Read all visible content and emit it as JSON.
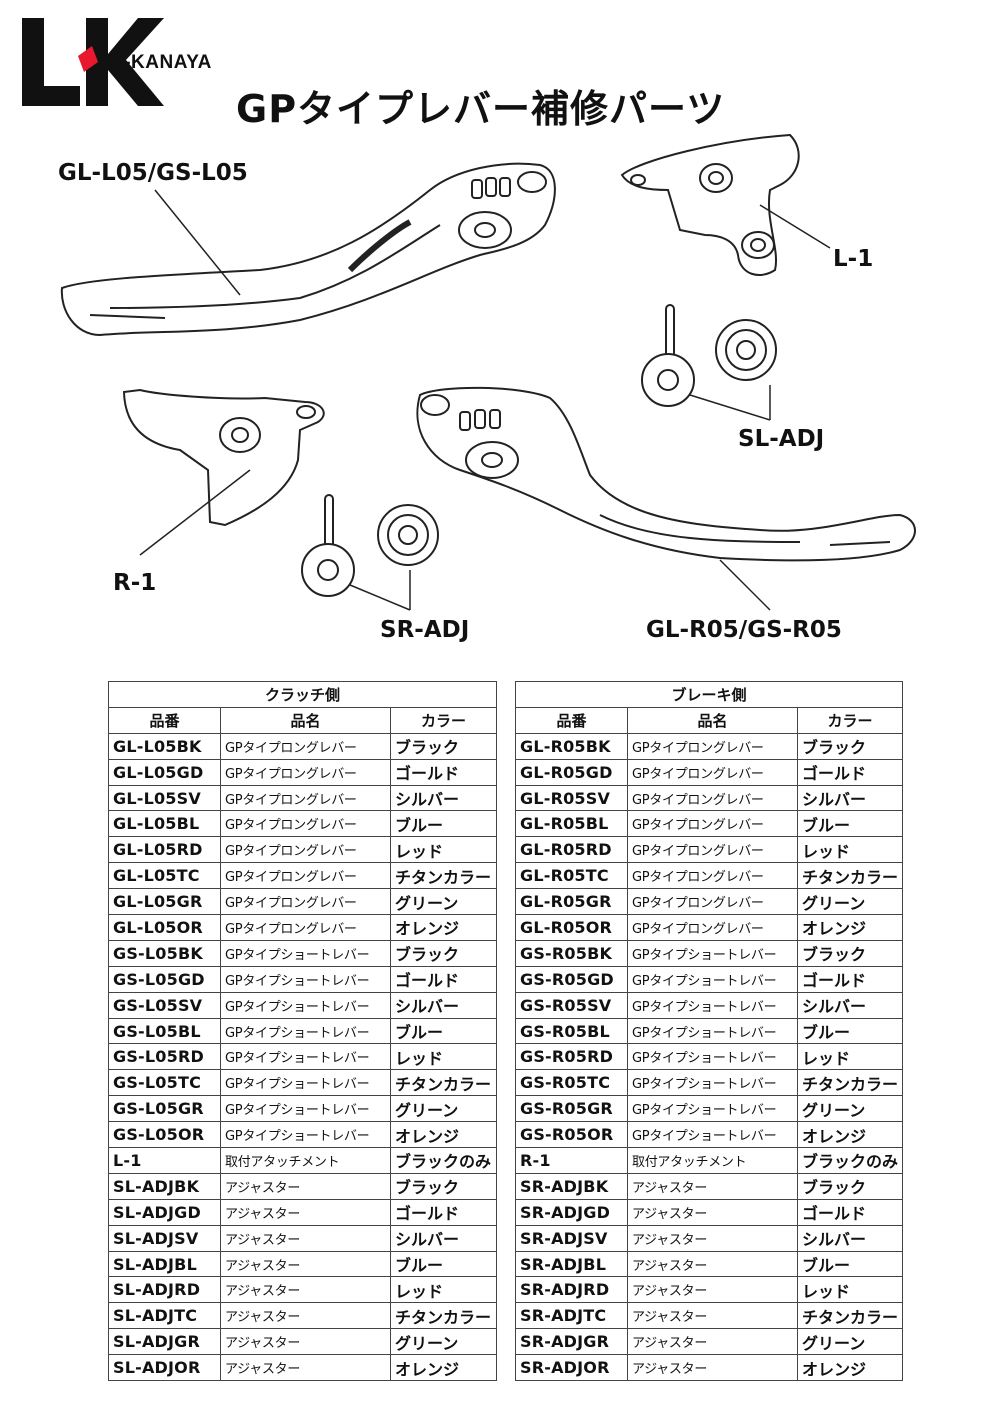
{
  "brand": {
    "name": "U-KANAYA",
    "red": "#e8192c"
  },
  "title": "GPタイプレバー補修パーツ",
  "labels": {
    "gl_l05": "GL-L05/GS-L05",
    "l1": "L-1",
    "sl_adj": "SL-ADJ",
    "r1": "R-1",
    "sr_adj": "SR-ADJ",
    "gl_r05": "GL-R05/GS-R05"
  },
  "tables": {
    "left": {
      "title": "クラッチ側",
      "headers": [
        "品番",
        "品名",
        "カラー"
      ],
      "rows": [
        [
          "GL-L05BK",
          "GPタイプロングレバー",
          "ブラック"
        ],
        [
          "GL-L05GD",
          "GPタイプロングレバー",
          "ゴールド"
        ],
        [
          "GL-L05SV",
          "GPタイプロングレバー",
          "シルバー"
        ],
        [
          "GL-L05BL",
          "GPタイプロングレバー",
          "ブルー"
        ],
        [
          "GL-L05RD",
          "GPタイプロングレバー",
          "レッド"
        ],
        [
          "GL-L05TC",
          "GPタイプロングレバー",
          "チタンカラー"
        ],
        [
          "GL-L05GR",
          "GPタイプロングレバー",
          "グリーン"
        ],
        [
          "GL-L05OR",
          "GPタイプロングレバー",
          "オレンジ"
        ],
        [
          "GS-L05BK",
          "GPタイプショートレバー",
          "ブラック"
        ],
        [
          "GS-L05GD",
          "GPタイプショートレバー",
          "ゴールド"
        ],
        [
          "GS-L05SV",
          "GPタイプショートレバー",
          "シルバー"
        ],
        [
          "GS-L05BL",
          "GPタイプショートレバー",
          "ブルー"
        ],
        [
          "GS-L05RD",
          "GPタイプショートレバー",
          "レッド"
        ],
        [
          "GS-L05TC",
          "GPタイプショートレバー",
          "チタンカラー"
        ],
        [
          "GS-L05GR",
          "GPタイプショートレバー",
          "グリーン"
        ],
        [
          "GS-L05OR",
          "GPタイプショートレバー",
          "オレンジ"
        ],
        [
          "L-1",
          "取付アタッチメント",
          "ブラックのみ"
        ],
        [
          "SL-ADJBK",
          "アジャスター",
          "ブラック"
        ],
        [
          "SL-ADJGD",
          "アジャスター",
          "ゴールド"
        ],
        [
          "SL-ADJSV",
          "アジャスター",
          "シルバー"
        ],
        [
          "SL-ADJBL",
          "アジャスター",
          "ブルー"
        ],
        [
          "SL-ADJRD",
          "アジャスター",
          "レッド"
        ],
        [
          "SL-ADJTC",
          "アジャスター",
          "チタンカラー"
        ],
        [
          "SL-ADJGR",
          "アジャスター",
          "グリーン"
        ],
        [
          "SL-ADJOR",
          "アジャスター",
          "オレンジ"
        ]
      ]
    },
    "right": {
      "title": "ブレーキ側",
      "headers": [
        "品番",
        "品名",
        "カラー"
      ],
      "rows": [
        [
          "GL-R05BK",
          "GPタイプロングレバー",
          "ブラック"
        ],
        [
          "GL-R05GD",
          "GPタイプロングレバー",
          "ゴールド"
        ],
        [
          "GL-R05SV",
          "GPタイプロングレバー",
          "シルバー"
        ],
        [
          "GL-R05BL",
          "GPタイプロングレバー",
          "ブルー"
        ],
        [
          "GL-R05RD",
          "GPタイプロングレバー",
          "レッド"
        ],
        [
          "GL-R05TC",
          "GPタイプロングレバー",
          "チタンカラー"
        ],
        [
          "GL-R05GR",
          "GPタイプロングレバー",
          "グリーン"
        ],
        [
          "GL-R05OR",
          "GPタイプロングレバー",
          "オレンジ"
        ],
        [
          "GS-R05BK",
          "GPタイプショートレバー",
          "ブラック"
        ],
        [
          "GS-R05GD",
          "GPタイプショートレバー",
          "ゴールド"
        ],
        [
          "GS-R05SV",
          "GPタイプショートレバー",
          "シルバー"
        ],
        [
          "GS-R05BL",
          "GPタイプショートレバー",
          "ブルー"
        ],
        [
          "GS-R05RD",
          "GPタイプショートレバー",
          "レッド"
        ],
        [
          "GS-R05TC",
          "GPタイプショートレバー",
          "チタンカラー"
        ],
        [
          "GS-R05GR",
          "GPタイプショートレバー",
          "グリーン"
        ],
        [
          "GS-R05OR",
          "GPタイプショートレバー",
          "オレンジ"
        ],
        [
          "R-1",
          "取付アタッチメント",
          "ブラックのみ"
        ],
        [
          "SR-ADJBK",
          "アジャスター",
          "ブラック"
        ],
        [
          "SR-ADJGD",
          "アジャスター",
          "ゴールド"
        ],
        [
          "SR-ADJSV",
          "アジャスター",
          "シルバー"
        ],
        [
          "SR-ADJBL",
          "アジャスター",
          "ブルー"
        ],
        [
          "SR-ADJRD",
          "アジャスター",
          "レッド"
        ],
        [
          "SR-ADJTC",
          "アジャスター",
          "チタンカラー"
        ],
        [
          "SR-ADJGR",
          "アジャスター",
          "グリーン"
        ],
        [
          "SR-ADJOR",
          "アジャスター",
          "オレンジ"
        ]
      ]
    }
  }
}
